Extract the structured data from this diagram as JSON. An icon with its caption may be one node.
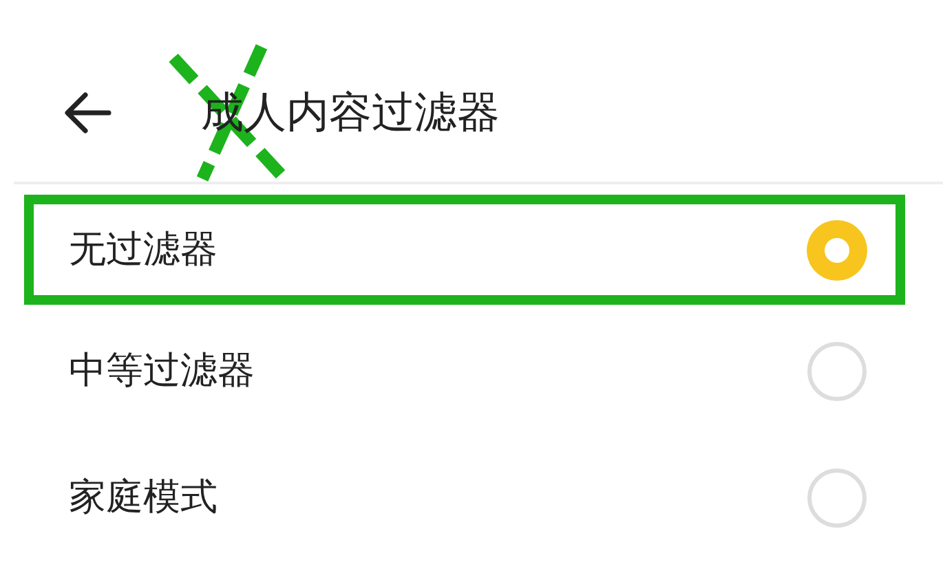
{
  "diagram": {
    "title": "成人内容过滤器",
    "labels": [
      "无过滤器",
      "中等过滤器",
      "家庭模式"
    ]
  }
}
